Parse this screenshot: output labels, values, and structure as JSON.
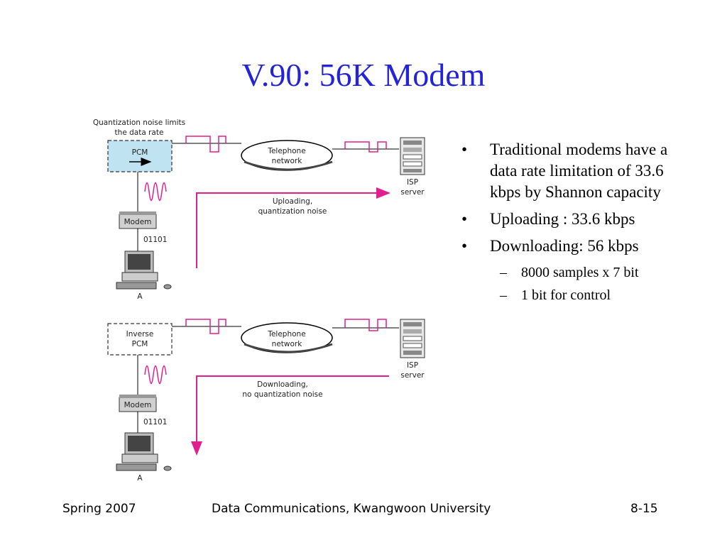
{
  "slide": {
    "title": "V.90: 56K Modem",
    "bullets": [
      {
        "text": "Traditional modems have a data rate limitation of 33.6 kbps by Shannon capacity"
      },
      {
        "text": "Uploading : 33.6 kbps"
      },
      {
        "text": "Downloading: 56 kbps"
      }
    ],
    "subbullets": [
      "8000 samples x 7 bit",
      "1 bit for control"
    ],
    "footer": {
      "left": "Spring 2007",
      "center": "Data Communications, Kwangwoon University",
      "right": "8-15"
    }
  },
  "diagram": {
    "upload": {
      "note_line1": "Quantization noise limits",
      "note_line2": "the data rate",
      "pcm": "PCM",
      "network_line1": "Telephone",
      "network_line2": "network",
      "server_line1": "ISP",
      "server_line2": "server",
      "arrow_line1": "Uploading,",
      "arrow_line2": "quantization noise",
      "modem": "Modem",
      "bits": "01101",
      "pc": "A"
    },
    "download": {
      "pcm_line1": "Inverse",
      "pcm_line2": "PCM",
      "network_line1": "Telephone",
      "network_line2": "network",
      "server_line1": "ISP",
      "server_line2": "server",
      "arrow_line1": "Downloading,",
      "arrow_line2": "no quantization noise",
      "modem": "Modem",
      "bits": "01101",
      "pc": "A"
    },
    "colors": {
      "accent": "#e0208c",
      "pcm_fill": "#bfe3f0",
      "title": "#2323d7"
    }
  }
}
